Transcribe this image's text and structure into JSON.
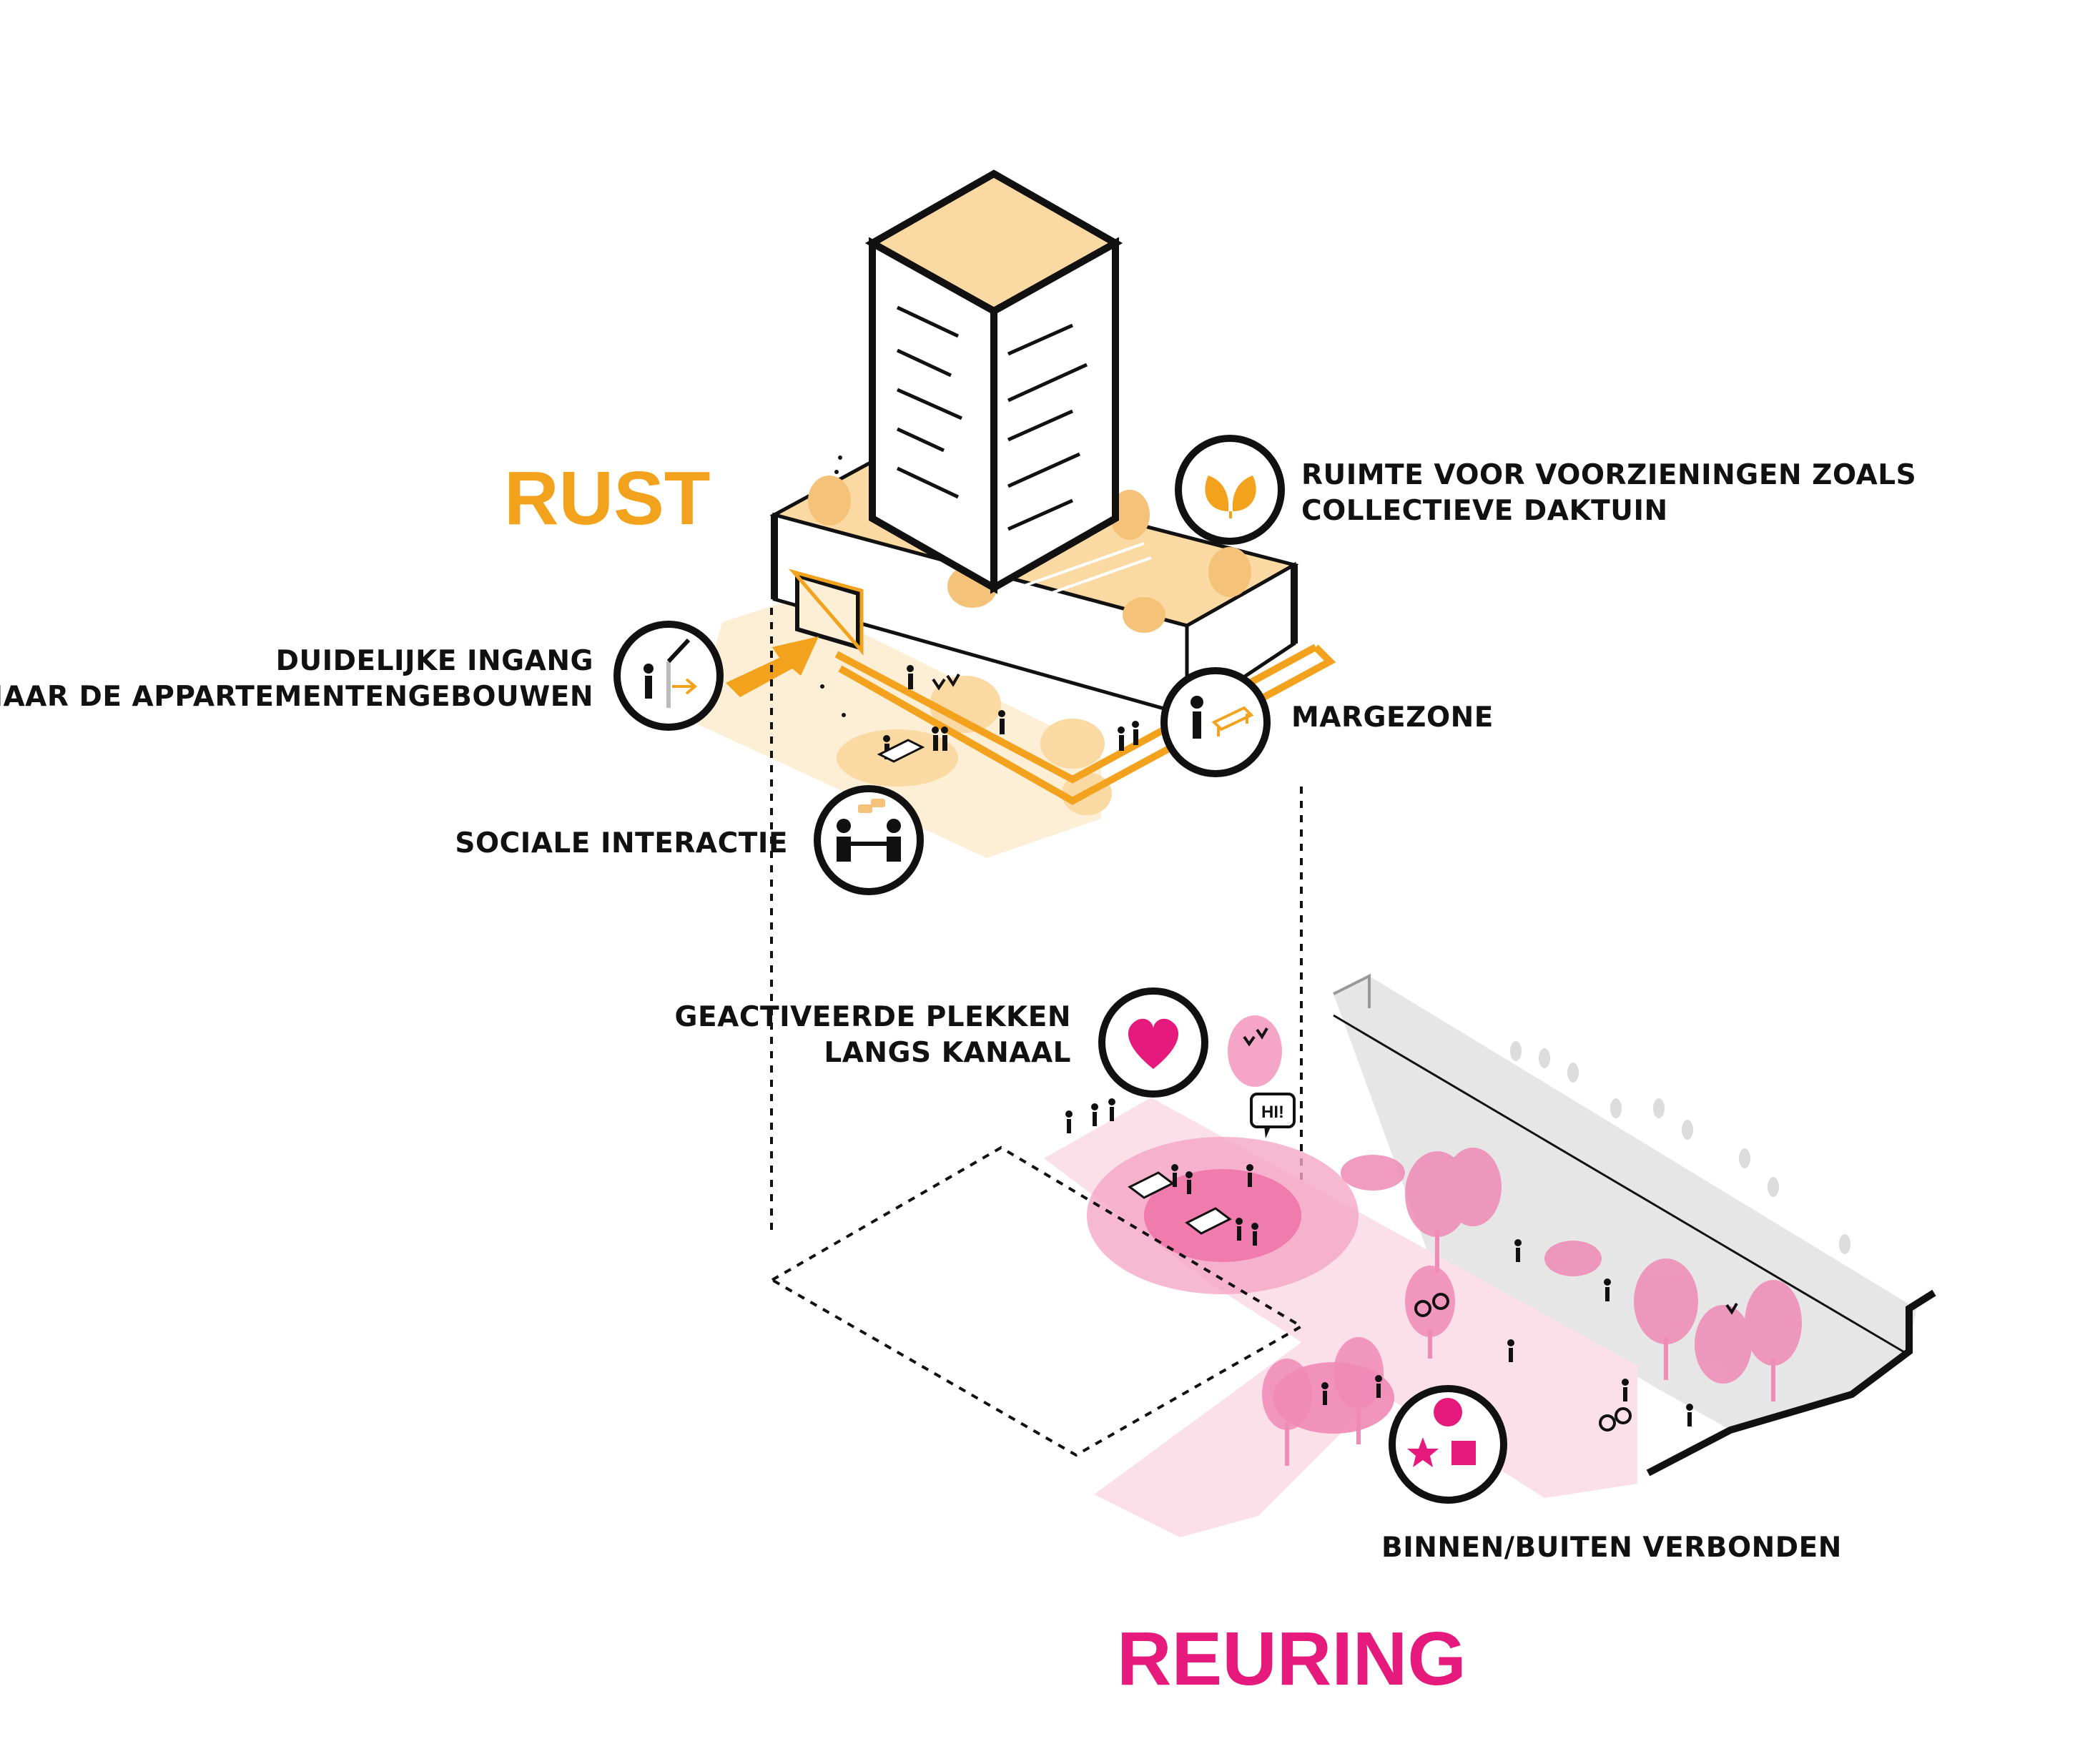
{
  "colors": {
    "rust": "#f3a21d",
    "rust_light": "#fbd9a3",
    "rust_pale": "#fdeed6",
    "reuring": "#e6197d",
    "reuring_light": "#f5a6c6",
    "reuring_pale": "#fbdfe9",
    "ink": "#111111",
    "grey": "#e6e6e6"
  },
  "headings": {
    "rust": "RUST",
    "reuring": "REURING"
  },
  "labels": {
    "daktuin": [
      "RUIMTE VOOR VOORZIENINGEN ZOALS",
      "COLLECTIEVE DAKTUIN"
    ],
    "ingang": [
      "DUIDELIJKE INGANG",
      "NAAR DE APPARTEMENTENGEBOUWEN"
    ],
    "margezone": "MARGEZONE",
    "sociale_interactie": "SOCIALE INTERACTIE",
    "geactiveerde_plekken": [
      "GEACTIVEERDE PLEKKEN",
      "LANGS KANAAL"
    ],
    "binnen_buiten": "BINNEN/BUITEN VERBONDEN",
    "speech_bubble": "HI!"
  },
  "icons": [
    "leaves-icon",
    "entrance-icon",
    "bench-person-icon",
    "handshake-icon",
    "heart-icon",
    "shapes-icon"
  ]
}
